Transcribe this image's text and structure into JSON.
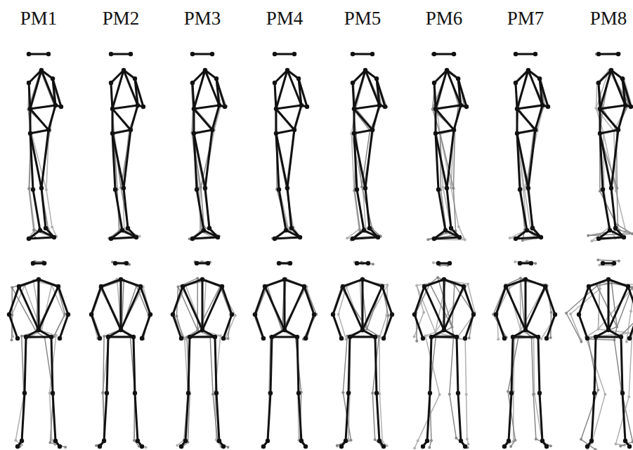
{
  "diagram": {
    "labels": [
      "PM1",
      "PM2",
      "PM3",
      "PM4",
      "PM5",
      "PM6",
      "PM7",
      "PM8"
    ]
  }
}
